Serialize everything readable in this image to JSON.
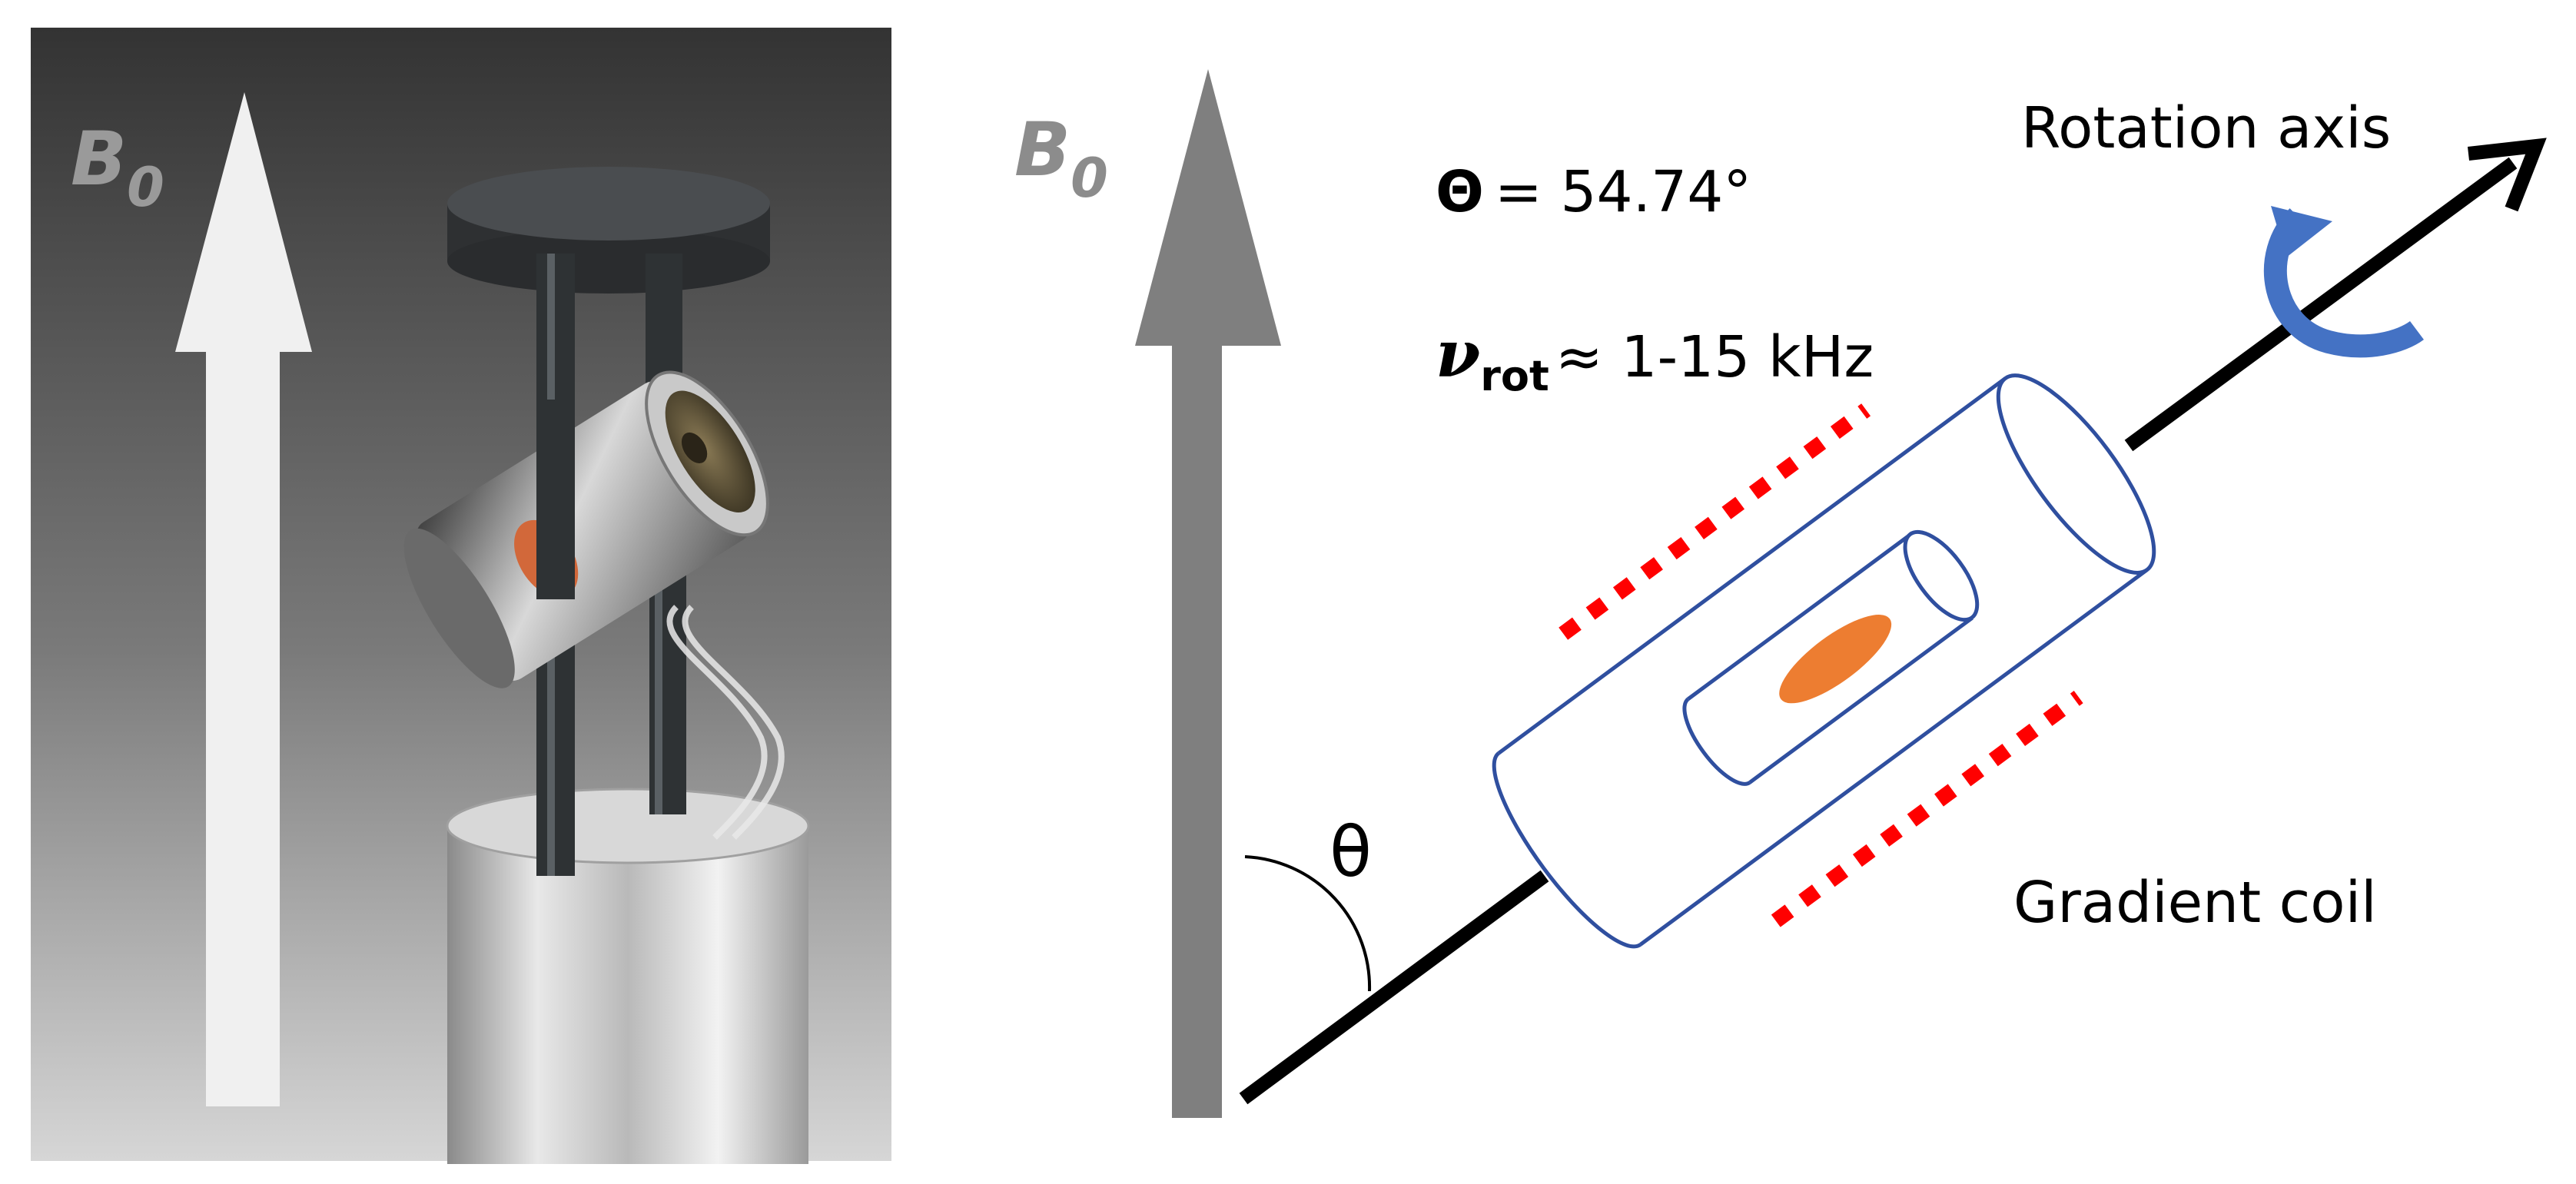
{
  "left_panel": {
    "field_symbol": "B",
    "field_subscript": "0"
  },
  "right_panel": {
    "field_symbol": "B",
    "field_subscript": "0",
    "magic_angle": {
      "symbol": "Θ",
      "value": "= 54.74°"
    },
    "spin_rate": {
      "symbol": "ν",
      "subscript": "rot",
      "value": "≈ 1-15 kHz"
    },
    "rotation_axis_label": "Rotation axis",
    "gradient_coil_label": "Gradient coil",
    "angle_label": "θ"
  },
  "colors": {
    "background_gradient_top": "#3a3a3a",
    "background_gradient_bottom": "#d9d9d9",
    "field_arrow_light": "#f2f2f2",
    "field_arrow_gray": "#7f7f7f",
    "rotor_outline": "#2f4f9f",
    "sample": "#ed7d31",
    "coil_dashes": "#ff0000",
    "rotation_arrow": "#4472c4",
    "axis": "#000000"
  }
}
